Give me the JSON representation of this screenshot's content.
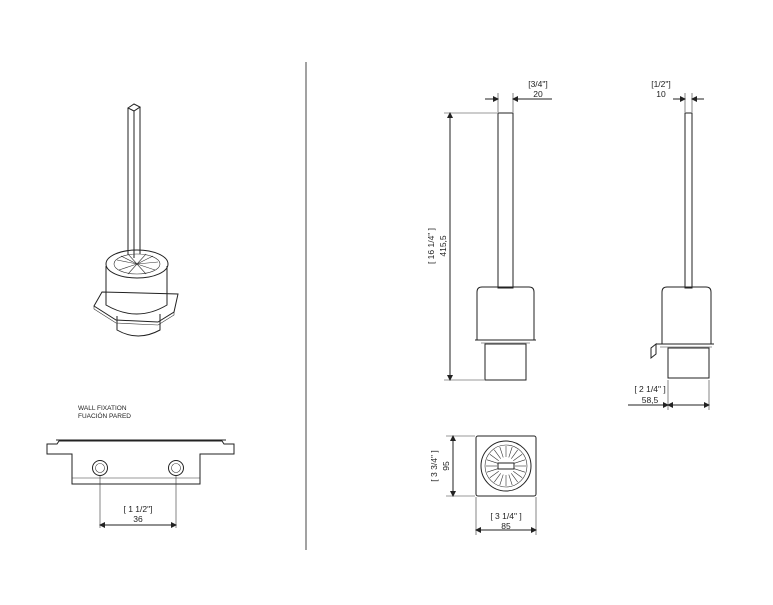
{
  "wall_fixation": {
    "label_en": "WALL FIXATION",
    "label_es": "FUACIÓN PARED"
  },
  "dimensions": {
    "holes_imperial": "[ 1 1/2\"]",
    "holes_mm": "36",
    "height_imperial": "[ 16 1/4\" ]",
    "height_mm": "415,5",
    "handle_front_imperial": "[3/4\"]",
    "handle_front_mm": "20",
    "handle_side_imperial": "[1/2\"]",
    "handle_side_mm": "10",
    "projection_imperial": "[ 2 1/4\" ]",
    "projection_mm": "58,5",
    "plate_height_imperial": "[ 3 3/4\" ]",
    "plate_height_mm": "95",
    "plate_width_imperial": "[ 3 1/4\" ]",
    "plate_width_mm": "85"
  }
}
